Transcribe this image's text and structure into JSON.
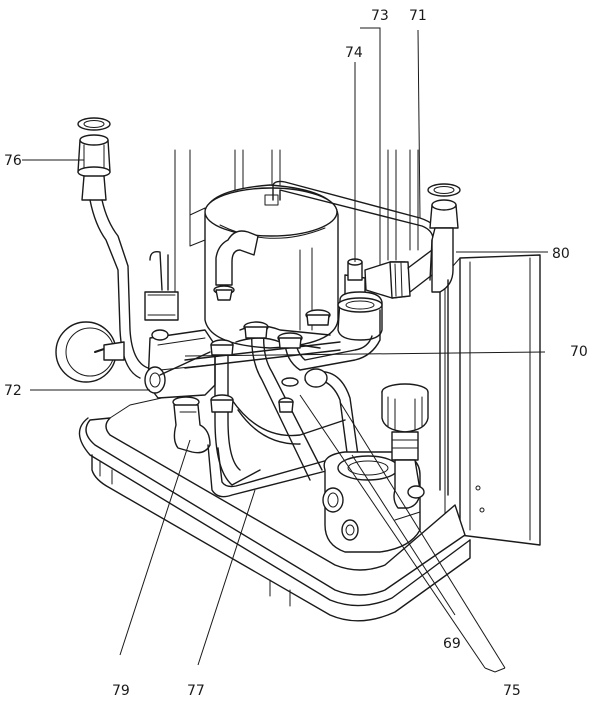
{
  "callouts": {
    "c69": "69",
    "c70": "70",
    "c71": "71",
    "c72": "72",
    "c73": "73",
    "c74": "74",
    "c75": "75",
    "c76": "76",
    "c77": "77",
    "c79": "79",
    "c80": "80"
  }
}
